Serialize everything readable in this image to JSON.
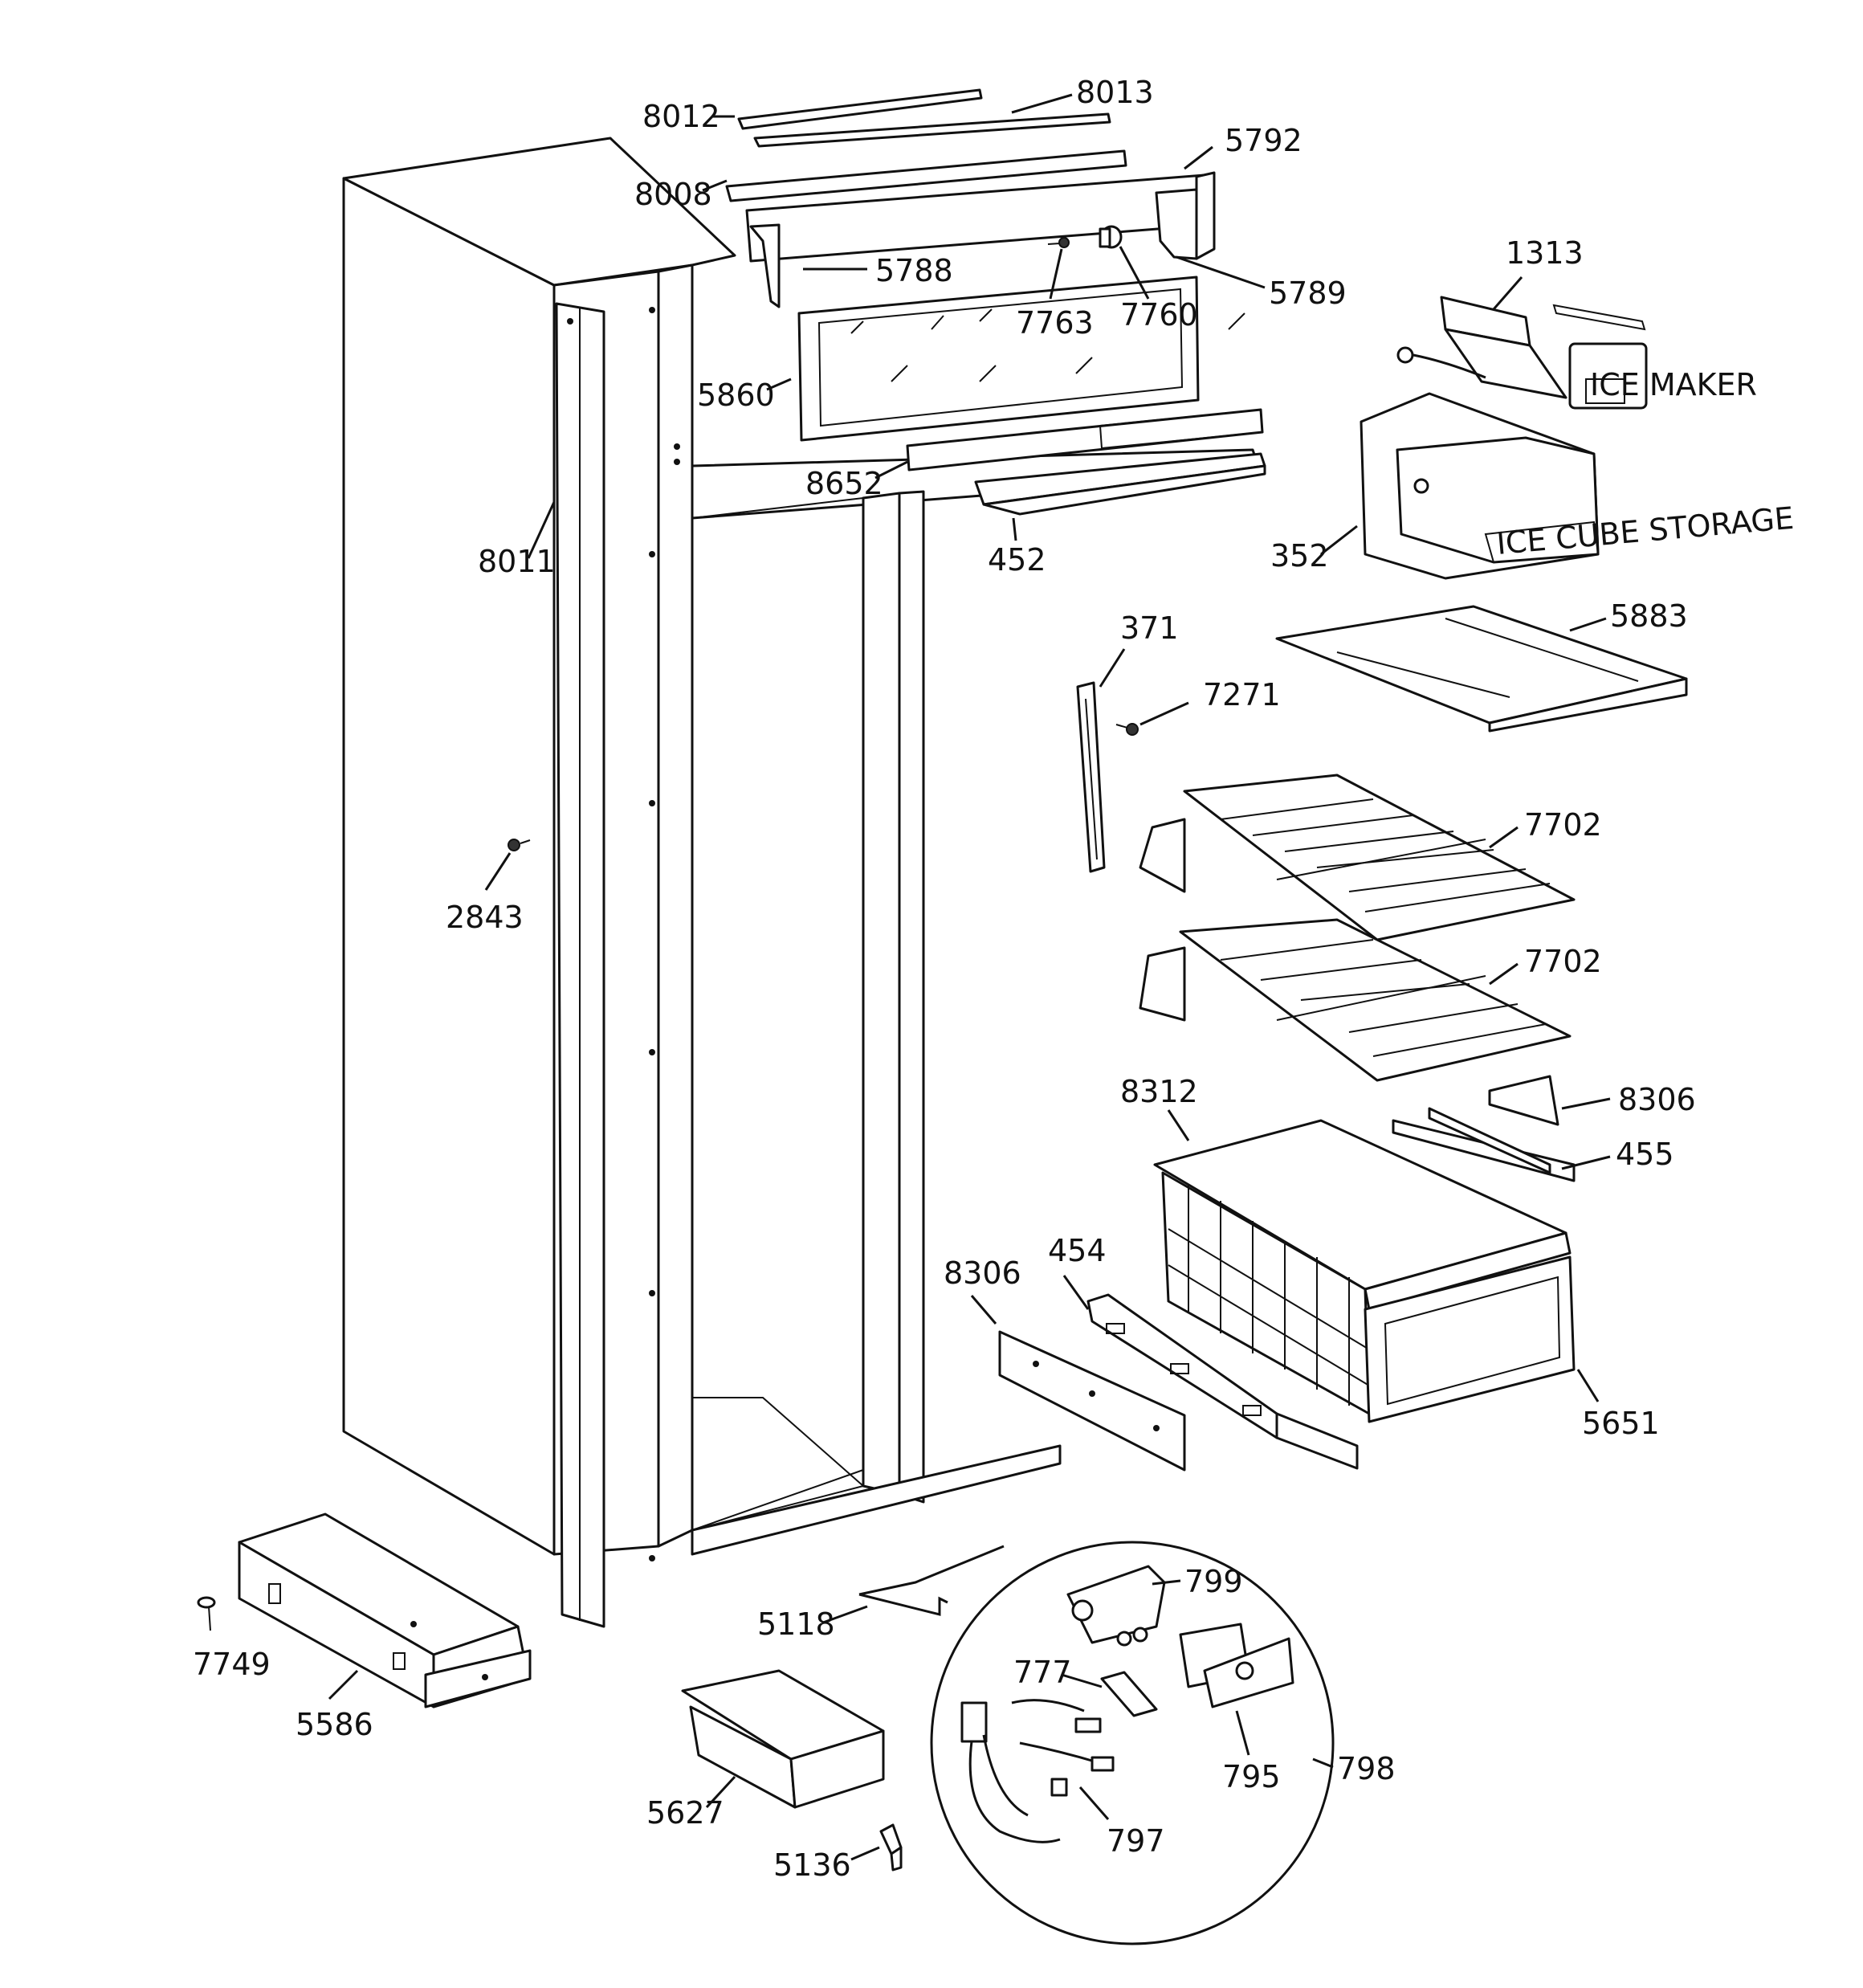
{
  "labels": {
    "p8012": "8012",
    "p8013": "8013",
    "p5792": "5792",
    "p8008": "8008",
    "p5788": "5788",
    "p7763": "7763",
    "p7760": "7760",
    "p5789": "5789",
    "p1313": "1313",
    "p5860": "5860",
    "p8652": "8652",
    "p452": "452",
    "p352": "352",
    "p8011": "8011",
    "p371": "371",
    "p5883": "5883",
    "p7271": "7271",
    "p7702a": "7702",
    "p7702b": "7702",
    "p2843": "2843",
    "p8312": "8312",
    "p8306a": "8306",
    "p455": "455",
    "p454": "454",
    "p8306b": "8306",
    "p5651": "5651",
    "p799": "799",
    "p5118": "5118",
    "p7749": "7749",
    "p777": "777",
    "p5586": "5586",
    "p795": "795",
    "p798": "798",
    "p5627": "5627",
    "p797": "797",
    "p5136": "5136"
  },
  "box_text": {
    "ice_storage": "ICE CUBE STORAGE",
    "ice_maker": "ICE MAKER"
  }
}
